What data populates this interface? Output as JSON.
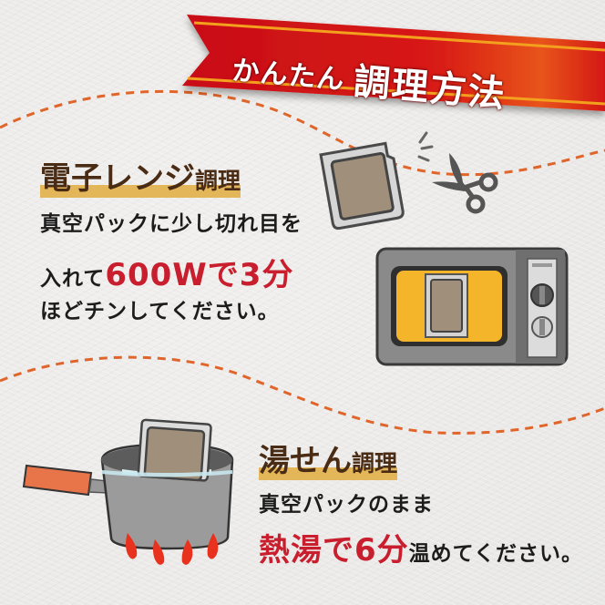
{
  "banner": {
    "title_small": "かんたん",
    "title_big": "調理方法",
    "color": "#d4141c"
  },
  "microwave_section": {
    "heading_main": "電子レンジ",
    "heading_sub": "調理",
    "line1": "真空パックに少し切れ目を",
    "line2_prefix": "入れて",
    "line2_highlight": "600Wで3分",
    "line3": "ほどチンしてください。",
    "icons": [
      "pouch-icon",
      "scissors-icon",
      "microwave-icon"
    ]
  },
  "boil_section": {
    "heading_main": "湯せん",
    "heading_sub": "調理",
    "line1": "真空パックのまま",
    "line2_highlight": "熱湯で6分",
    "line2_suffix": "温めてください。",
    "icons": [
      "pot-icon",
      "flame-icon"
    ]
  },
  "colors": {
    "accent_red": "#c81e2e",
    "heading_brown": "#4a2b14",
    "highlight_gold": "#e4b65a",
    "dashed_line": "#e0652a",
    "microwave_window": "#f5b52a"
  }
}
